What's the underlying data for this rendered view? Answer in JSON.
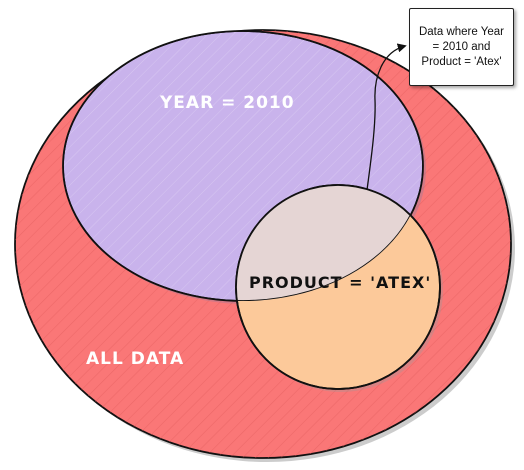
{
  "sets": {
    "all_data": {
      "label": "ALL DATA",
      "fill": "#fa7777",
      "label_color": "#ffffff"
    },
    "year": {
      "label": "YEAR = 2010",
      "fill": "#c9b3ec",
      "label_color": "#ffffff"
    },
    "product": {
      "label": "PRODUCT = 'ATEX'",
      "fill": "#fcc99a",
      "label_color": "#111111"
    },
    "intersection": {
      "fill": "#e5d5d4"
    }
  },
  "callout": {
    "text": "Data where Year = 2010 and Product = 'Atex'"
  },
  "colors": {
    "outline": "#111111",
    "shadow": "#9a9a9a",
    "hatch": "#e05a5a"
  }
}
